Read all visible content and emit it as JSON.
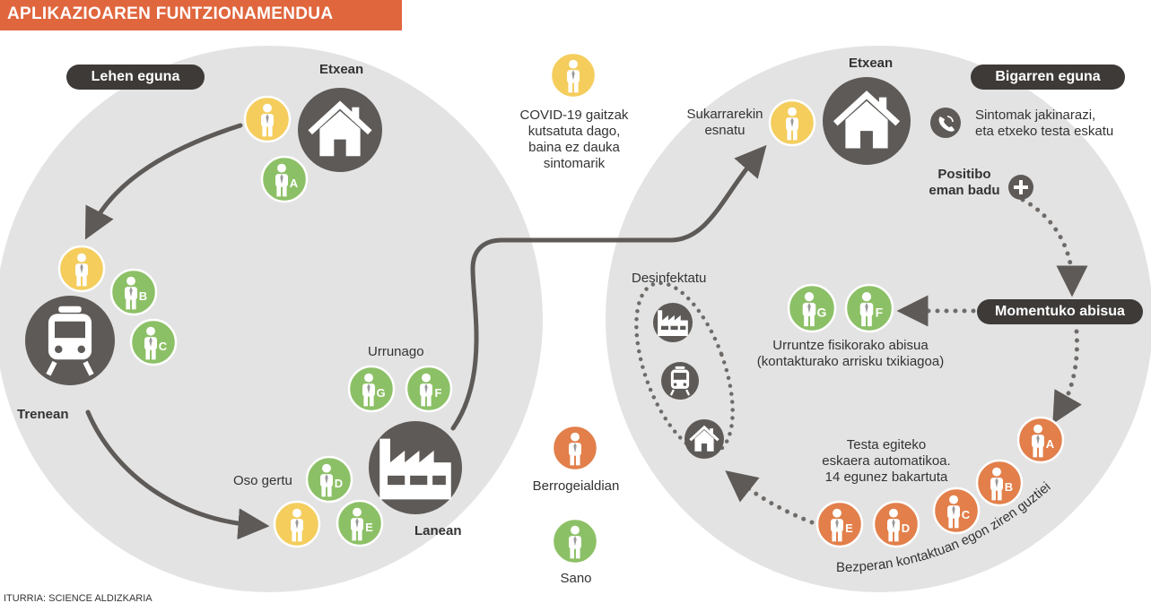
{
  "title": "APLIKAZIOAREN FUNTZIONAMENDUA",
  "source": "ITURRIA: SCIENCE ALDIZKARIA",
  "colors": {
    "infected": "#f4cd5d",
    "healthy": "#8cc066",
    "quarantine": "#e27f4a",
    "circle_bg": "#e3e3e3",
    "dark": "#5e5a57",
    "title_bg": "#e0663d"
  },
  "day1": {
    "badge": "Lehen eguna",
    "home_label": "Etxean",
    "train_label": "Trenean",
    "work_label": "Lanean",
    "close_label": "Oso gertu",
    "far_label": "Urrunago"
  },
  "day2": {
    "badge": "Bigarren eguna",
    "home_label": "Etxean",
    "wake_label": [
      "Sukarrarekin",
      "esnatu"
    ],
    "report_label": [
      "Sintomak jakinarazi,",
      "eta etxeko testa eskatu"
    ],
    "positive_label": [
      "Positibo",
      "eman badu"
    ],
    "alert_badge": "Momentuko abisua",
    "distance_label": [
      "Urruntze fisikorako abisua",
      "(kontakturako arrisku txikiagoa)"
    ],
    "test_label": [
      "Testa egiteko",
      "eskaera automatikoa.",
      "14 egunez bakartuta"
    ],
    "disinfect_label": "Desinfektatu",
    "contacts_label": "Bezperan kontaktuan egon ziren guztiei"
  },
  "legend": {
    "infected_text": [
      "COVID-19 gaitzak",
      "kutsatuta dago,",
      "baina ez dauka",
      "sintomarik"
    ],
    "quarantine_text": "Berrogeialdian",
    "healthy_text": "Sano"
  },
  "people": {
    "home": [
      "A"
    ],
    "train": [
      "B",
      "C"
    ],
    "work_close": [
      "D",
      "E"
    ],
    "work_far": [
      "G",
      "F"
    ],
    "alerted_far": [
      "G",
      "F"
    ],
    "quarantined": [
      "A",
      "B",
      "C",
      "D",
      "E"
    ]
  },
  "icons": [
    "house-icon",
    "train-icon",
    "factory-icon",
    "phone-icon",
    "plus-icon",
    "person-icon"
  ]
}
